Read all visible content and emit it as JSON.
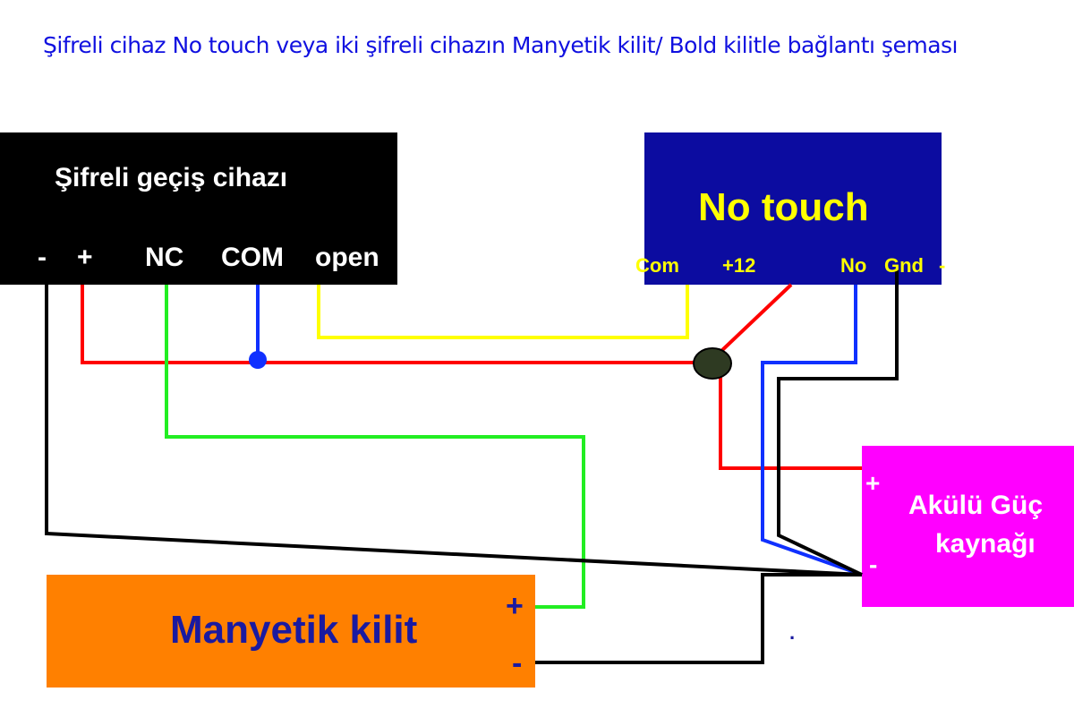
{
  "title": "Şifreli cihaz No touch veya iki şifreli cihazın Manyetik kilit/ Bold kilitle bağlantı şeması",
  "keypad": {
    "name": "Şifreli geçiş cihazı",
    "terminals": {
      "neg": "-",
      "pos": "+",
      "nc": "NC",
      "com": "COM",
      "open": "open"
    }
  },
  "notouch": {
    "name": "No touch",
    "terminals": {
      "com": "Com",
      "v12": "+12",
      "no": "No",
      "gnd": "Gnd",
      "minus": "-"
    }
  },
  "power": {
    "name_line1": "Akülü Güç",
    "name_line2": "kaynağı",
    "pos": "+",
    "neg": "-"
  },
  "lock": {
    "name": "Manyetik kilit",
    "pos": "+",
    "neg": "-"
  },
  "stray_mark": ".",
  "colors": {
    "title_text": "#1010e0",
    "keypad_box": "#000000",
    "notouch_box": "#0c0ca0",
    "notouch_text": "#ffff00",
    "power_box": "#ff00ff",
    "lock_box": "#ff8000",
    "lock_text": "#1a1aa0",
    "wire_red": "#ff0000",
    "wire_green": "#22ee22",
    "wire_blue": "#1030ff",
    "wire_yellow": "#ffff00",
    "wire_black": "#000000",
    "junction": "#2e3a22"
  }
}
